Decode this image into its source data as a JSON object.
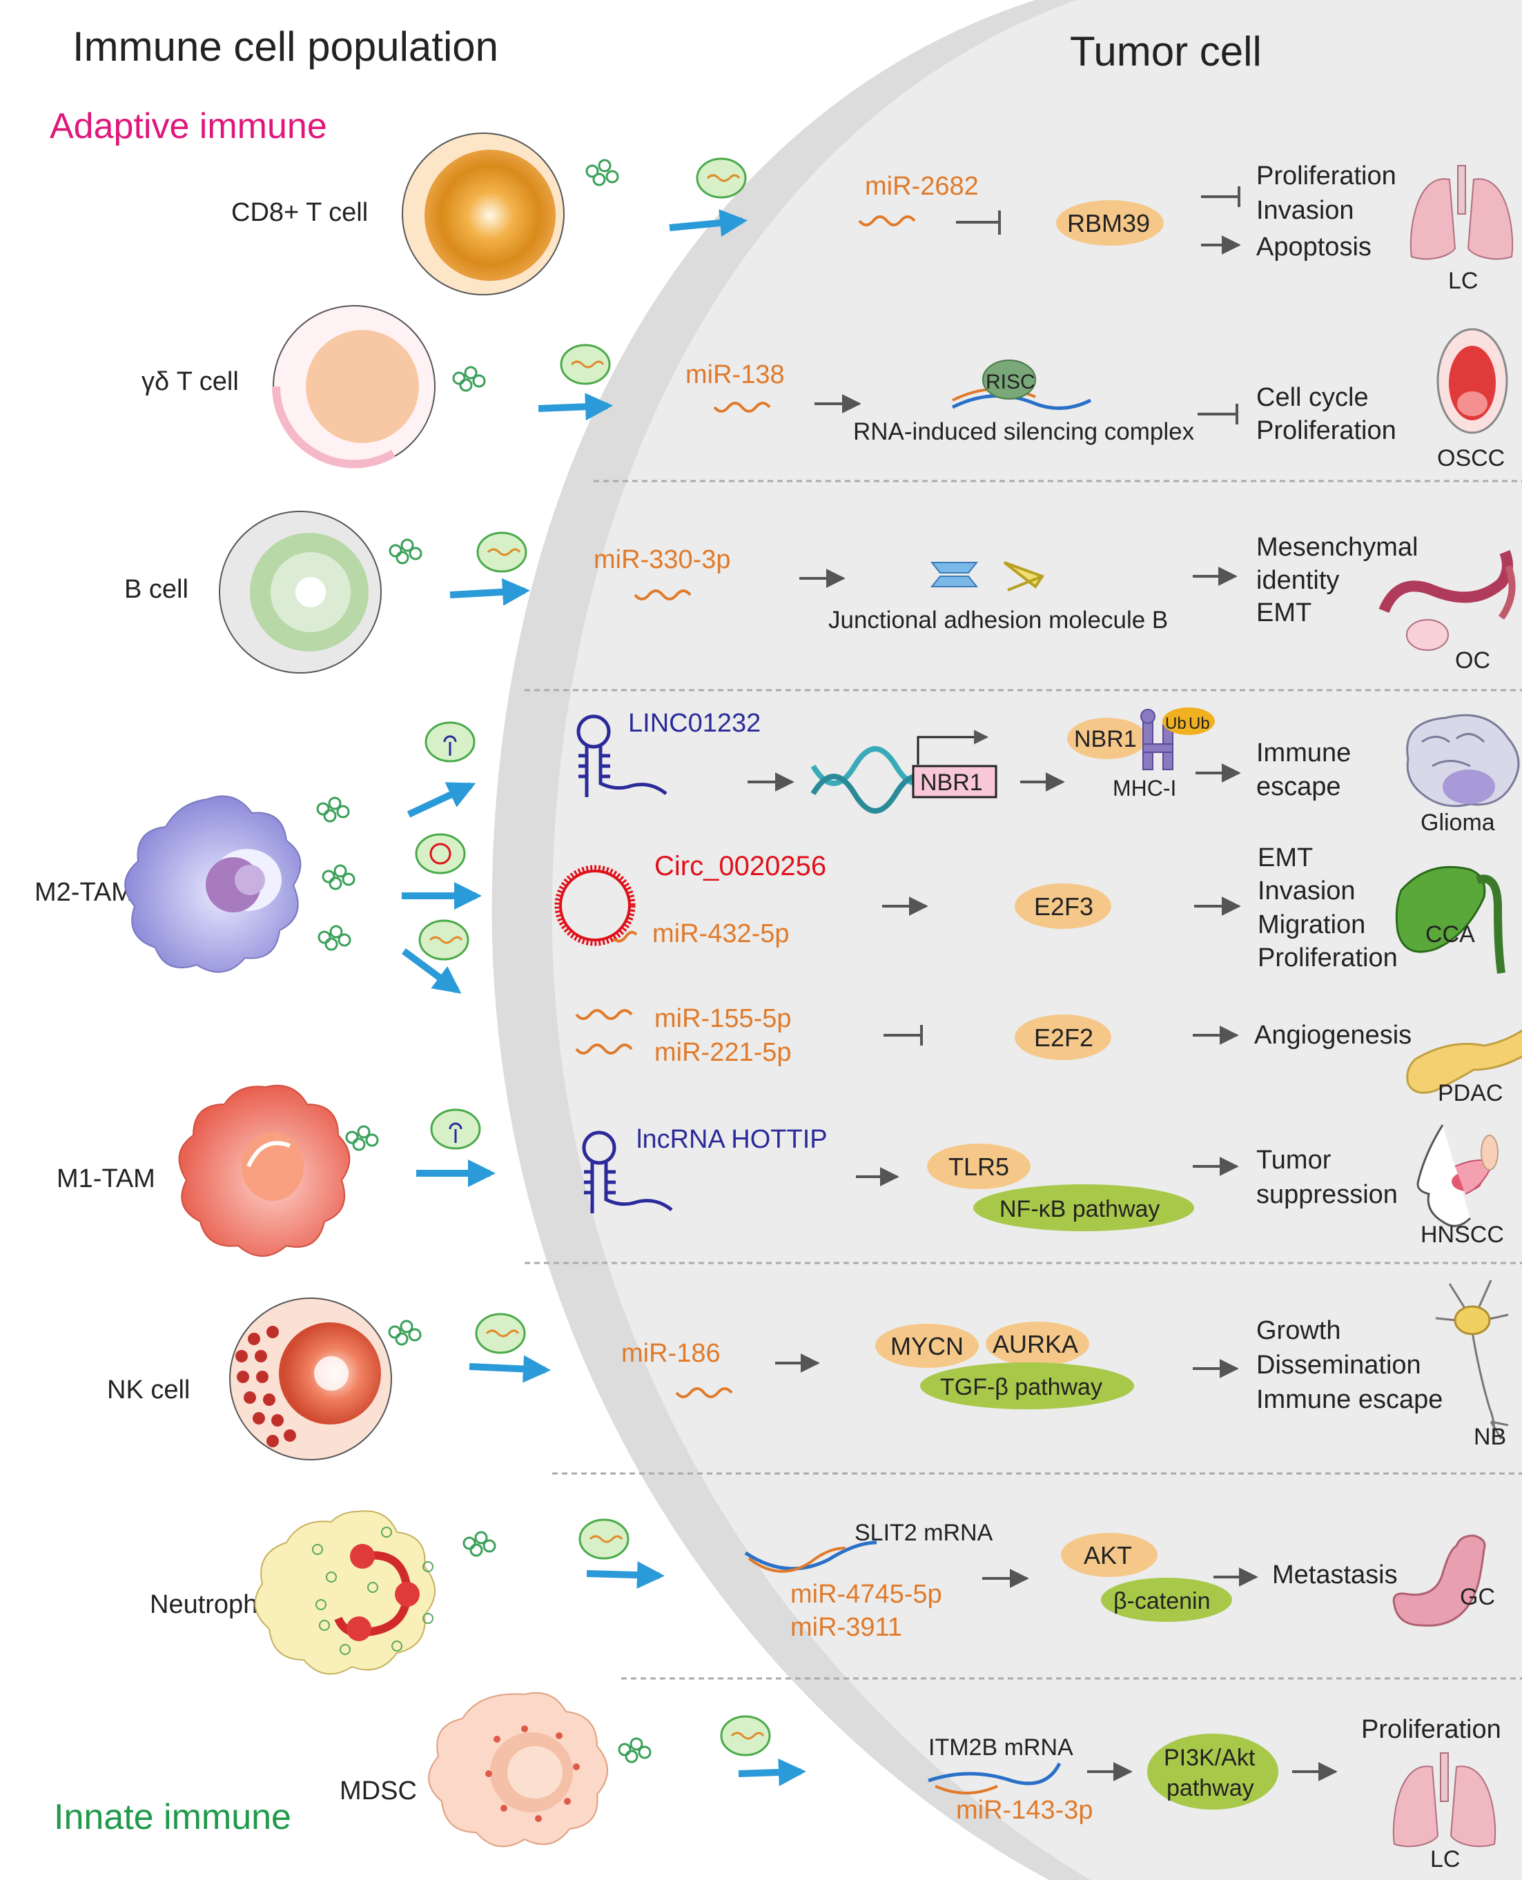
{
  "header": {
    "left_title": "Immune cell population",
    "right_title": "Tumor cell"
  },
  "groups": {
    "adaptive": "Adaptive immune",
    "innate": "Innate immune"
  },
  "colors": {
    "adaptive": "#e0167a",
    "innate": "#1f9a4a",
    "mirna": "#e07a2a",
    "lncrna": "#2a2a9a",
    "circrna": "#e0101a",
    "arrow_blue": "#2a9ad8",
    "protein_orange": "#f5c88a",
    "protein_green": "#a8c84a"
  },
  "rows": [
    {
      "cell": "CD8+ T cell",
      "rna": [
        "miR-2682"
      ],
      "targets": [
        "RBM39"
      ],
      "effects": [
        "Proliferation",
        "Invasion",
        "Apoptosis"
      ],
      "cancer": "LC",
      "organ": "lung-icon"
    },
    {
      "cell": "γδ T cell",
      "rna": [
        "miR-138"
      ],
      "targets": [
        "RISC"
      ],
      "target_caption": "RNA-induced silencing complex",
      "effects": [
        "Cell cycle",
        "Proliferation"
      ],
      "cancer": "OSCC",
      "organ": "mouth-icon"
    },
    {
      "cell": "B cell",
      "rna": [
        "miR-330-3p"
      ],
      "target_caption": "Junctional adhesion molecule B",
      "effects": [
        "Mesenchymal",
        "identity",
        "EMT"
      ],
      "cancer": "OC",
      "organ": "ovary-icon"
    },
    {
      "cell": "M2-TAM",
      "subrows": [
        {
          "rna": [
            "LINC01232"
          ],
          "targets": [
            "NBR1",
            "NBR1",
            "MHC-I",
            "Ub",
            "Ub"
          ],
          "effects": [
            "Immune",
            "escape"
          ],
          "cancer": "Glioma",
          "organ": "brain-icon"
        },
        {
          "rna": [
            "Circ_0020256",
            "miR-432-5p"
          ],
          "targets": [
            "E2F3"
          ],
          "effects": [
            "EMT",
            "Invasion",
            "Migration",
            "Proliferation"
          ],
          "cancer": "CCA",
          "organ": "gallbladder-icon"
        },
        {
          "rna": [
            "miR-155-5p",
            "miR-221-5p"
          ],
          "targets": [
            "E2F2"
          ],
          "effects": [
            "Angiogenesis"
          ],
          "cancer": "PDAC",
          "organ": "pancreas-icon"
        }
      ]
    },
    {
      "cell": "M1-TAM",
      "rna": [
        "lncRNA HOTTIP"
      ],
      "targets": [
        "TLR5",
        "NF-κB pathway"
      ],
      "effects": [
        "Tumor",
        "suppression"
      ],
      "cancer": "HNSCC",
      "organ": "head-neck-icon"
    },
    {
      "cell": "NK cell",
      "rna": [
        "miR-186"
      ],
      "targets": [
        "MYCN",
        "AURKA",
        "TGF-β pathway"
      ],
      "effects": [
        "Growth",
        "Dissemination",
        "Immune escape"
      ],
      "cancer": "NB",
      "organ": "neuron-icon"
    },
    {
      "cell": "Neutrophil",
      "rna": [
        "SLIT2 mRNA",
        "miR-4745-5p",
        "miR-3911"
      ],
      "targets": [
        "AKT",
        "β-catenin"
      ],
      "effects": [
        "Metastasis"
      ],
      "cancer": "GC",
      "organ": "stomach-icon"
    },
    {
      "cell": "MDSC",
      "rna": [
        "ITM2B mRNA",
        "miR-143-3p"
      ],
      "targets": [
        "PI3K/Akt",
        "pathway"
      ],
      "effects": [
        "Proliferation"
      ],
      "cancer": "LC",
      "organ": "lung-icon"
    }
  ]
}
